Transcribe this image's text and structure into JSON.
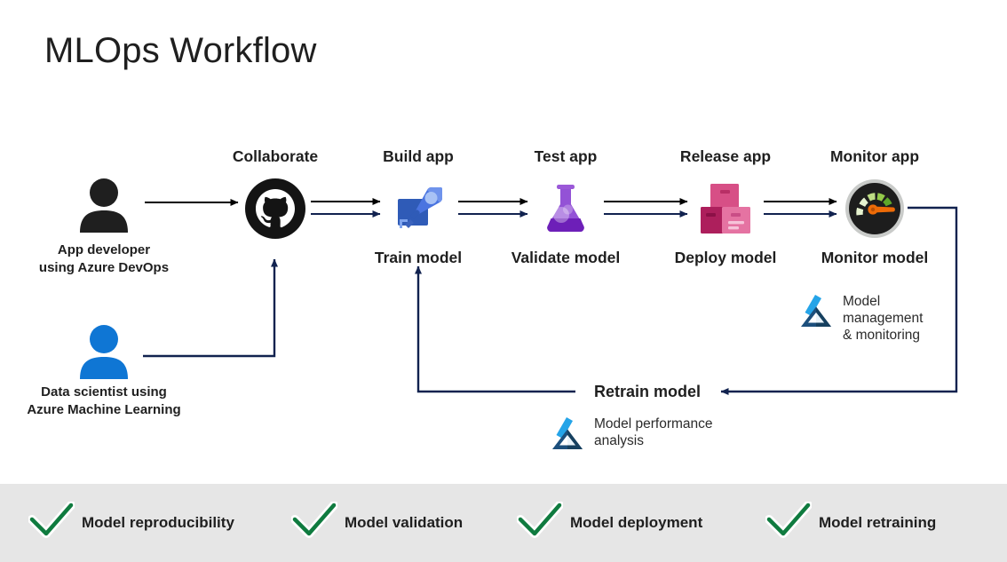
{
  "page": {
    "title": "MLOps Workflow",
    "background": "#ffffff",
    "footer_background": "#e6e6e6"
  },
  "colors": {
    "app_flow_arrow": "#000000",
    "model_flow_arrow": "#11224f",
    "developer_persona": "#1f1f1f",
    "datascientist_persona": "#0f76d4",
    "checkmark_green": "#0f7b3f",
    "github_black": "#141414",
    "pipelines_blue": "#3e68c8",
    "flask_purple": "#7e2fd0",
    "release_pink": "#d6487e",
    "gauge_dark": "#1d1d1d",
    "gauge_needle_orange": "#ed6b07",
    "aml_logo_blue": "#1b9de2"
  },
  "personas": [
    {
      "id": "app-developer",
      "icon": "person-icon",
      "icon_color": "#1f1f1f",
      "label": "App developer\nusing Azure DevOps",
      "line1": "App developer",
      "line2": "using Azure DevOps"
    },
    {
      "id": "data-scientist",
      "icon": "person-icon",
      "icon_color": "#0f76d4",
      "label": "Data scientist using\nAzure Machine Learning",
      "line1": "Data scientist using",
      "line2": "Azure Machine Learning"
    }
  ],
  "stages": [
    {
      "id": "collaborate",
      "top_label": "Collaborate",
      "bottom_label": "",
      "icon": "github-icon"
    },
    {
      "id": "build",
      "top_label": "Build app",
      "bottom_label": "Train model",
      "icon": "azure-pipelines-rocket-icon"
    },
    {
      "id": "test",
      "top_label": "Test app",
      "bottom_label": "Validate\nmodel",
      "icon": "flask-icon"
    },
    {
      "id": "release",
      "top_label": "Release app",
      "bottom_label": "Deploy\nmodel",
      "icon": "boxes-icon"
    },
    {
      "id": "monitor",
      "top_label": "Monitor app",
      "bottom_label": "Monitor\nmodel",
      "icon": "gauge-icon"
    }
  ],
  "annotations": [
    {
      "id": "model-management",
      "icon": "azure-machine-learning-icon",
      "text": "Model\nmanagement\n& monitoring"
    },
    {
      "id": "model-performance",
      "icon": "azure-machine-learning-icon",
      "text": "Model performance\nanalysis"
    }
  ],
  "feedback": {
    "retrain_label": "Retrain model"
  },
  "footer": {
    "items": [
      {
        "id": "model-reproducibility",
        "icon": "check-icon",
        "label": "Model reproducibility"
      },
      {
        "id": "model-validation",
        "icon": "check-icon",
        "label": "Model validation"
      },
      {
        "id": "model-deployment",
        "icon": "check-icon",
        "label": "Model deployment"
      },
      {
        "id": "model-retraining",
        "icon": "check-icon",
        "label": "Model retraining"
      }
    ]
  }
}
